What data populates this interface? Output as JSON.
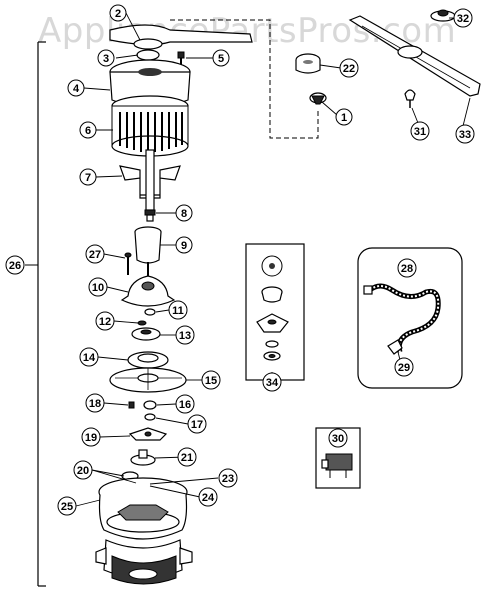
{
  "watermark": "AppliancePartsPros.com",
  "callouts": {
    "c1": "1",
    "c2": "2",
    "c3": "3",
    "c4": "4",
    "c5": "5",
    "c6": "6",
    "c7": "7",
    "c8": "8",
    "c9": "9",
    "c10": "10",
    "c11": "11",
    "c12": "12",
    "c13": "13",
    "c14": "14",
    "c15": "15",
    "c16": "16",
    "c17": "17",
    "c18": "18",
    "c19": "19",
    "c20": "20",
    "c21": "21",
    "c22": "22",
    "c23": "23",
    "c24": "24",
    "c25": "25",
    "c26": "26",
    "c27": "27",
    "c28": "28",
    "c29": "29",
    "c30": "30",
    "c31": "31",
    "c32": "32",
    "c33": "33",
    "c34": "34"
  }
}
